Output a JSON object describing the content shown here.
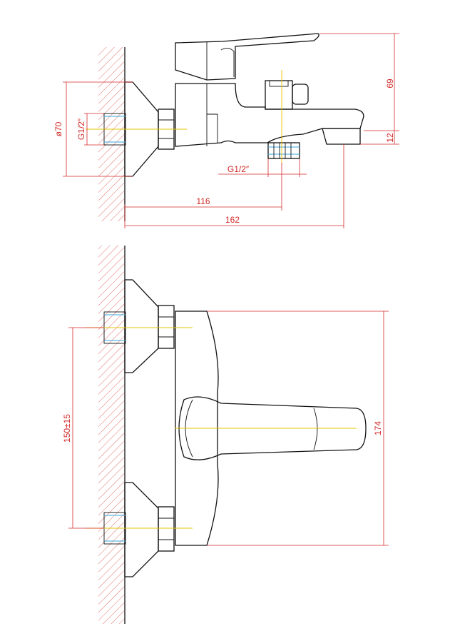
{
  "drawing": {
    "side_view": {
      "dim_height_top": "69",
      "dim_height_spout": "12",
      "dim_diameter": "ø70",
      "dim_inlet_thread": "G1/2″",
      "dim_outlet_thread": "G1/2″",
      "dim_outlet_offset": "116",
      "dim_spout_reach": "162"
    },
    "top_view": {
      "dim_centres": "150±15",
      "dim_body_width": "174"
    }
  },
  "colors": {
    "dimension": "#d42a2a",
    "centerline": "#e6c400",
    "thread": "#3aa7d8",
    "outline": "#111111"
  }
}
